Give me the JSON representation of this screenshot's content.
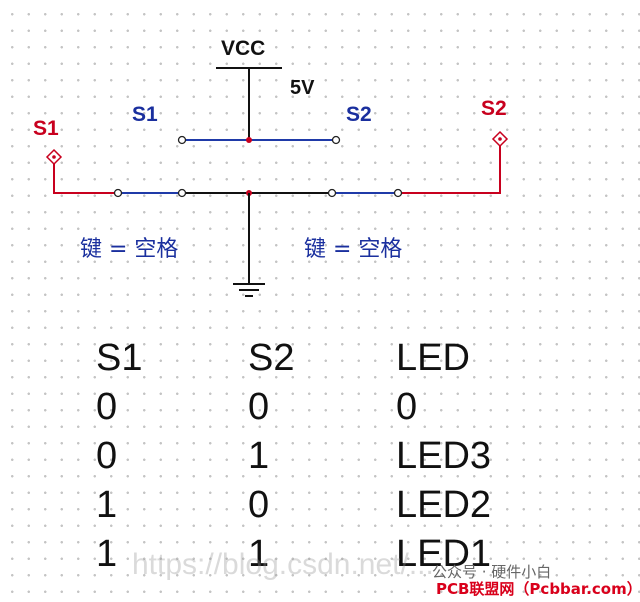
{
  "schematic": {
    "vcc_label": "VCC",
    "voltage_label": "5V",
    "s1_switch_label": "S1",
    "s2_switch_label": "S2",
    "s1_probe_label": "S1",
    "s2_probe_label": "S2",
    "s1_key_label": "键 = 空格",
    "s2_key_label": "键 = 空格"
  },
  "colors": {
    "wire_red": "#c8001e",
    "label_blue": "#1a2f9e",
    "wire_blue": "#1f3aa8",
    "wire_black": "#111111"
  },
  "truth_table": {
    "headers": [
      "S1",
      "S2",
      "LED"
    ],
    "rows": [
      [
        "0",
        "0",
        "0"
      ],
      [
        "0",
        "1",
        "LED3"
      ],
      [
        "1",
        "0",
        "LED2"
      ],
      [
        "1",
        "1",
        "LED1"
      ]
    ]
  },
  "watermark": "https://blog.csdn.net/...",
  "wechat_text": "公众号 · 硬件小白",
  "brand_text": "PCB联盟网（Pcbbar.com）"
}
